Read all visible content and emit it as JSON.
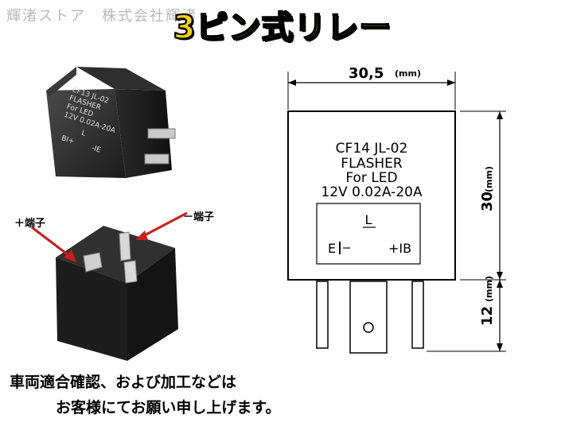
{
  "watermark": "輝渚ストア　株式会社輝渚",
  "headline": "3ピン式リレー",
  "photo_top": {
    "lines": [
      "CF13 JL-02",
      "FLASHER",
      "For LED",
      "12V 0.02A-20A",
      "L",
      "BI+",
      "-IE"
    ]
  },
  "photo_bottom": {
    "plus_label": "＋端子",
    "minus_label": "－端子"
  },
  "drawing": {
    "width_value": "30,5",
    "width_unit": "(mm)",
    "height_value": "30",
    "height_unit": "(mm)",
    "pin_value": "12",
    "pin_unit": "(mm)",
    "label_lines": [
      "CF14 JL-02",
      "FLASHER",
      "For LED",
      "12V 0.02A-20A"
    ],
    "terminal_L": "L",
    "terminal_E": "E",
    "terminal_B": "+IB"
  },
  "footer": {
    "line1": "車両適合確認、および加工などは",
    "line2": "お客様にてお願い申し上げます。"
  }
}
